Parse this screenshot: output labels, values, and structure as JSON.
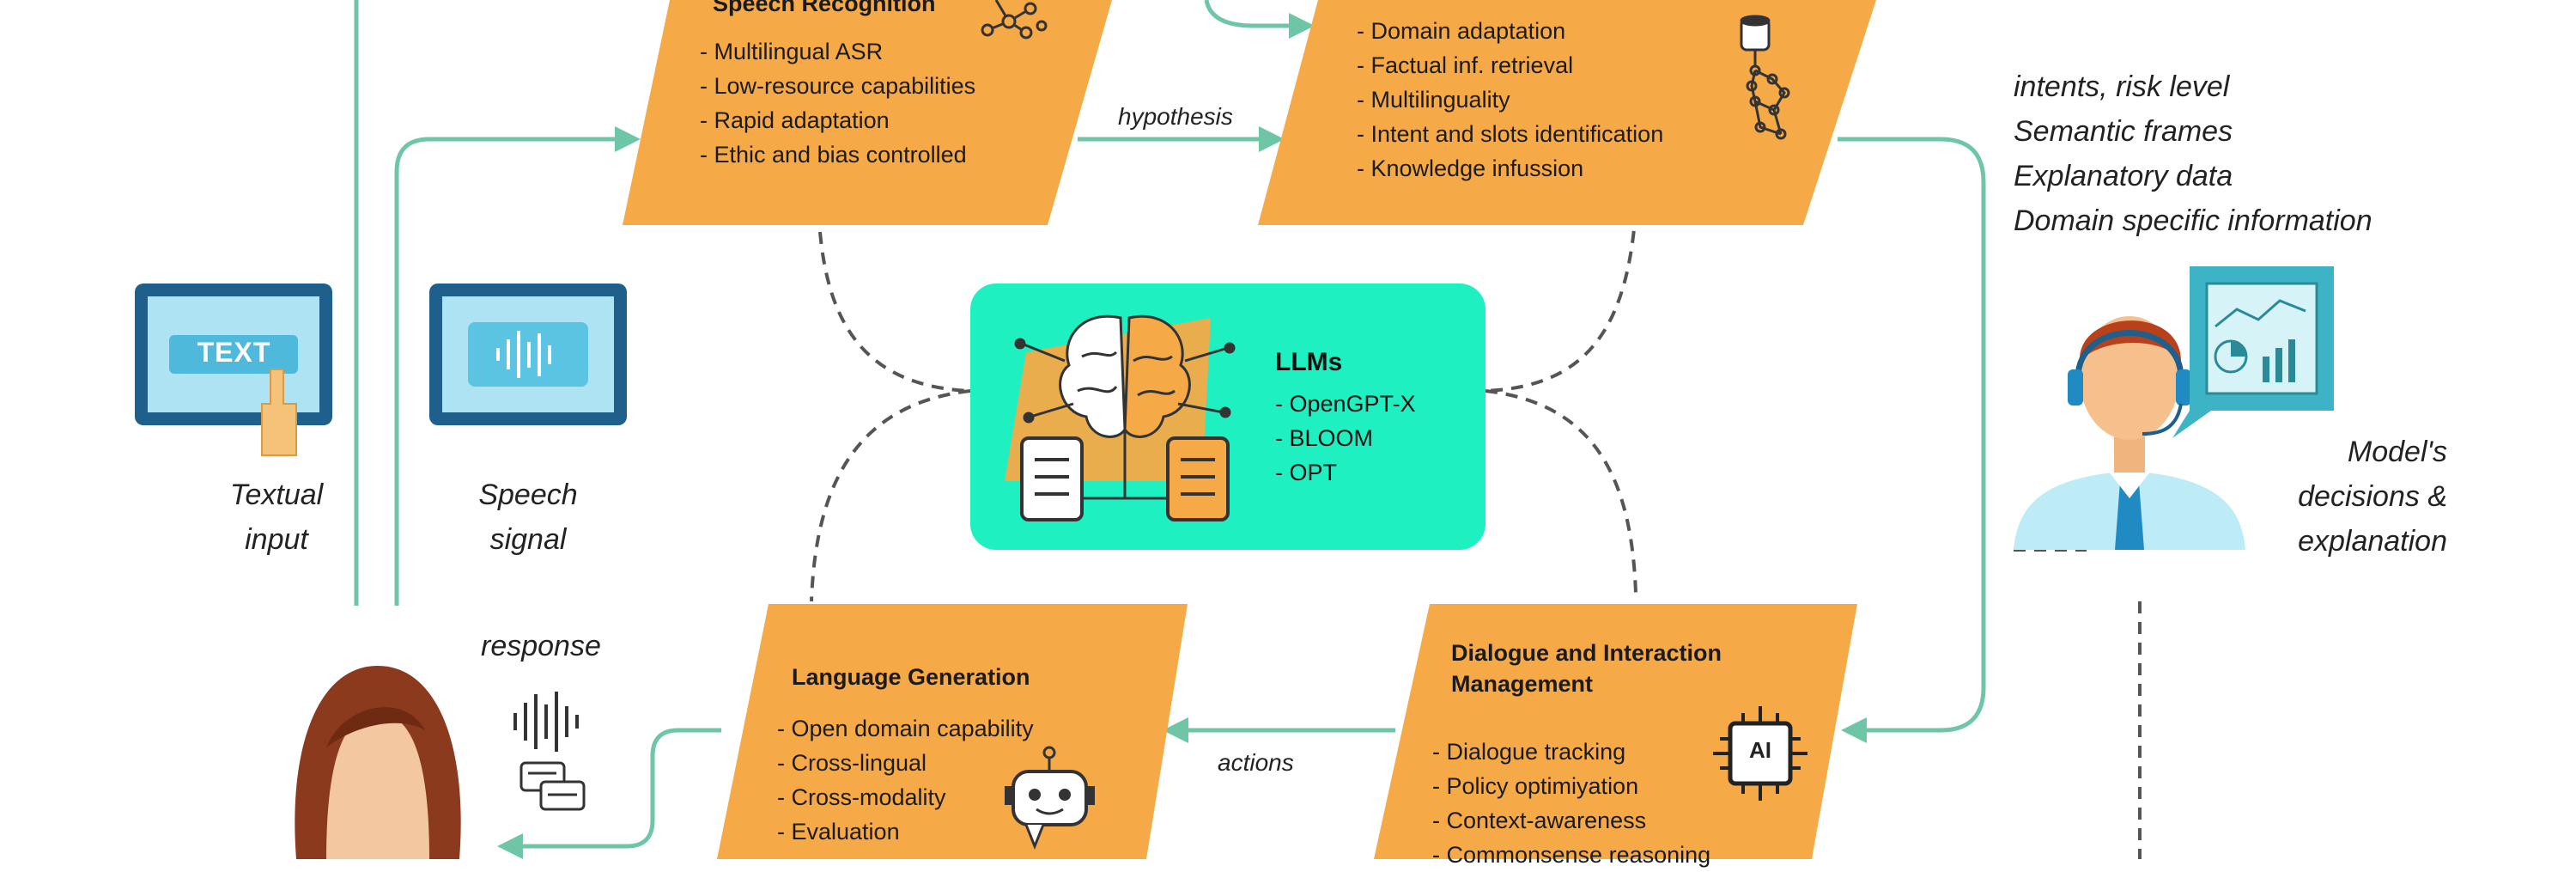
{
  "speech_recognition": {
    "title": "Speech Recognition",
    "items": [
      "Multilingual ASR",
      "Low-resource capabilities",
      "Rapid adaptation",
      "Ethic and bias controlled"
    ]
  },
  "understanding": {
    "items": [
      "Domain adaptation",
      "Factual inf. retrieval",
      "Multilinguality",
      "Intent and slots identification",
      "Knowledge infussion"
    ]
  },
  "llms": {
    "title": "LLMs",
    "items": [
      "OpenGPT-X",
      "BLOOM",
      "OPT"
    ]
  },
  "language_generation": {
    "title": "Language Generation",
    "items": [
      "Open domain capability",
      "Cross-lingual",
      "Cross-modality",
      "Evaluation"
    ]
  },
  "dialogue_management": {
    "title_line1": "Dialogue and Interaction",
    "title_line2": "Management",
    "items": [
      "Dialogue tracking",
      "Policy optimiyation",
      "Context-awareness",
      "Commonsense reasoning"
    ]
  },
  "labels": {
    "hypothesis": "hypothesis",
    "actions": "actions",
    "response": "response",
    "textual_input_1": "Textual",
    "textual_input_2": "input",
    "speech_signal_1": "Speech",
    "speech_signal_2": "signal",
    "text_icon": "TEXT",
    "ai_chip": "AI"
  },
  "outputs": {
    "lines": [
      "intents, risk level",
      "Semantic frames",
      "Explanatory data",
      "Domain specific information"
    ]
  },
  "operator": {
    "line1": "Model's",
    "line2": "decisions &",
    "line3": "explanation"
  },
  "colors": {
    "panel_orange": "#F5A947",
    "llm_teal": "#1FF0C2",
    "arrow_green": "#6FC6A6",
    "tablet_blue": "#1F5F8C",
    "tablet_screen": "#AEE3F4",
    "dash_gray": "#555555"
  }
}
